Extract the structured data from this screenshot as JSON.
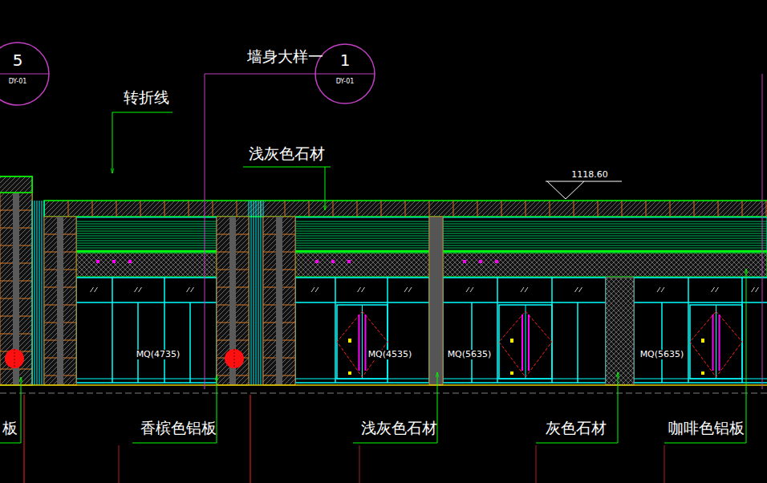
{
  "diagram": {
    "nodes": [
      {
        "text": [
          "5",
          "DY-01"
        ]
      },
      {
        "text": [
          "1",
          "DY-01"
        ]
      }
    ],
    "labels": [
      "墙身大样一",
      "转折线",
      "浅灰色石材",
      "1118.60",
      "MQ(4735)",
      "MQ(4535)",
      "MQ(5635)",
      "MQ(5635)",
      "板",
      "香槟色铝板",
      "浅灰色石材",
      "灰色石材",
      "咖啡色铝板"
    ]
  }
}
